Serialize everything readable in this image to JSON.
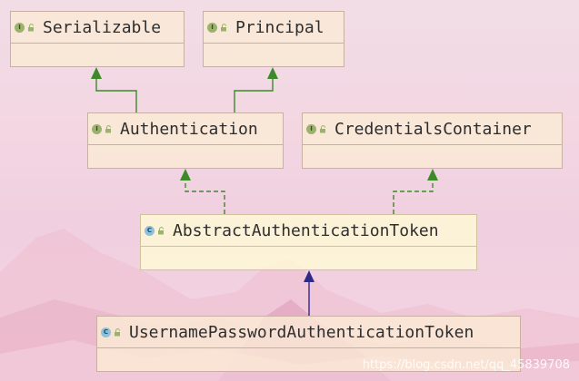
{
  "diagram": {
    "classes": [
      {
        "id": "serializable",
        "name": "Serializable",
        "kind": "interface",
        "badge": "I"
      },
      {
        "id": "principal",
        "name": "Principal",
        "kind": "interface",
        "badge": "I"
      },
      {
        "id": "authentication",
        "name": "Authentication",
        "kind": "interface",
        "badge": "I"
      },
      {
        "id": "credentials-container",
        "name": "CredentialsContainer",
        "kind": "interface",
        "badge": "I"
      },
      {
        "id": "abstract-authentication-token",
        "name": "AbstractAuthenticationToken",
        "kind": "abstract-class",
        "badge": "C"
      },
      {
        "id": "username-password-authentication-token",
        "name": "UsernamePasswordAuthenticationToken",
        "kind": "class",
        "badge": "C"
      }
    ],
    "relations": [
      {
        "from": "authentication",
        "to": "serializable",
        "type": "extends",
        "color": "#3c8a2a"
      },
      {
        "from": "authentication",
        "to": "principal",
        "type": "extends",
        "color": "#3c8a2a"
      },
      {
        "from": "abstract-authentication-token",
        "to": "authentication",
        "type": "implements",
        "color": "#3c8a2a"
      },
      {
        "from": "abstract-authentication-token",
        "to": "credentials-container",
        "type": "implements",
        "color": "#3c8a2a"
      },
      {
        "from": "username-password-authentication-token",
        "to": "abstract-authentication-token",
        "type": "extends",
        "color": "#2f2a8a"
      }
    ]
  },
  "watermark": {
    "text": "https://blog.csdn.net/qq_45839708"
  }
}
